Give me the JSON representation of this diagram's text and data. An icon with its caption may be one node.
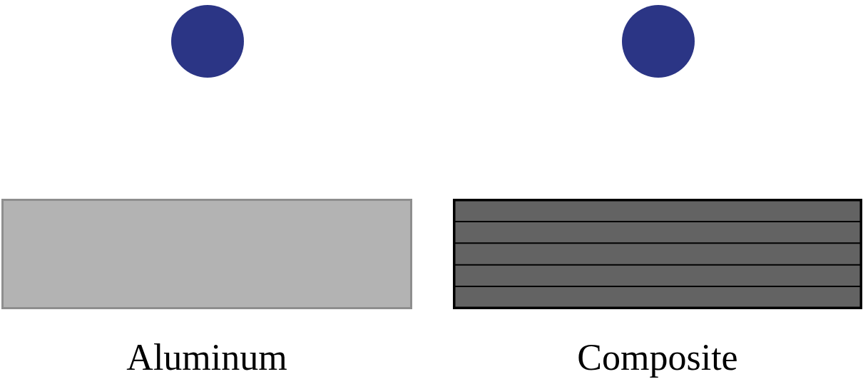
{
  "diagram": {
    "nodes": [
      {
        "text": [],
        "shape": "circle"
      },
      {
        "text": [],
        "shape": "circle"
      },
      {
        "text": [
          "Aluminum"
        ]
      },
      {
        "text": [
          "Composite"
        ]
      }
    ]
  }
}
